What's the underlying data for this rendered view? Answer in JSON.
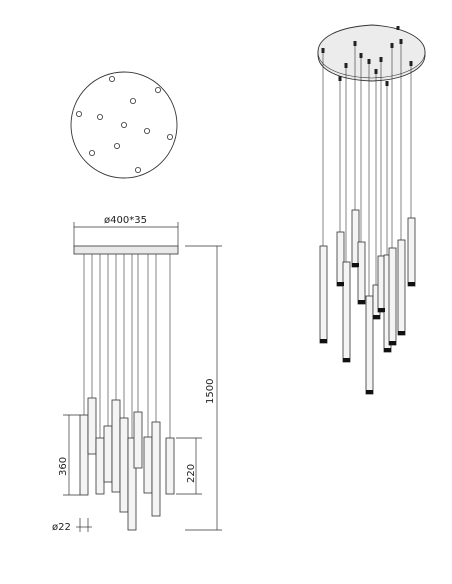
{
  "drawing": {
    "dims": {
      "canopy": "ø400*35",
      "height_total": "1500",
      "height_pendant_long": "360",
      "height_pendant_short": "220",
      "diameter_tube": "ø22"
    },
    "colors": {
      "line": "#333333",
      "canopy_fill": "#e9e9e9",
      "tube_fill": "#f4f4f4",
      "tube_tip": "#111111"
    }
  }
}
